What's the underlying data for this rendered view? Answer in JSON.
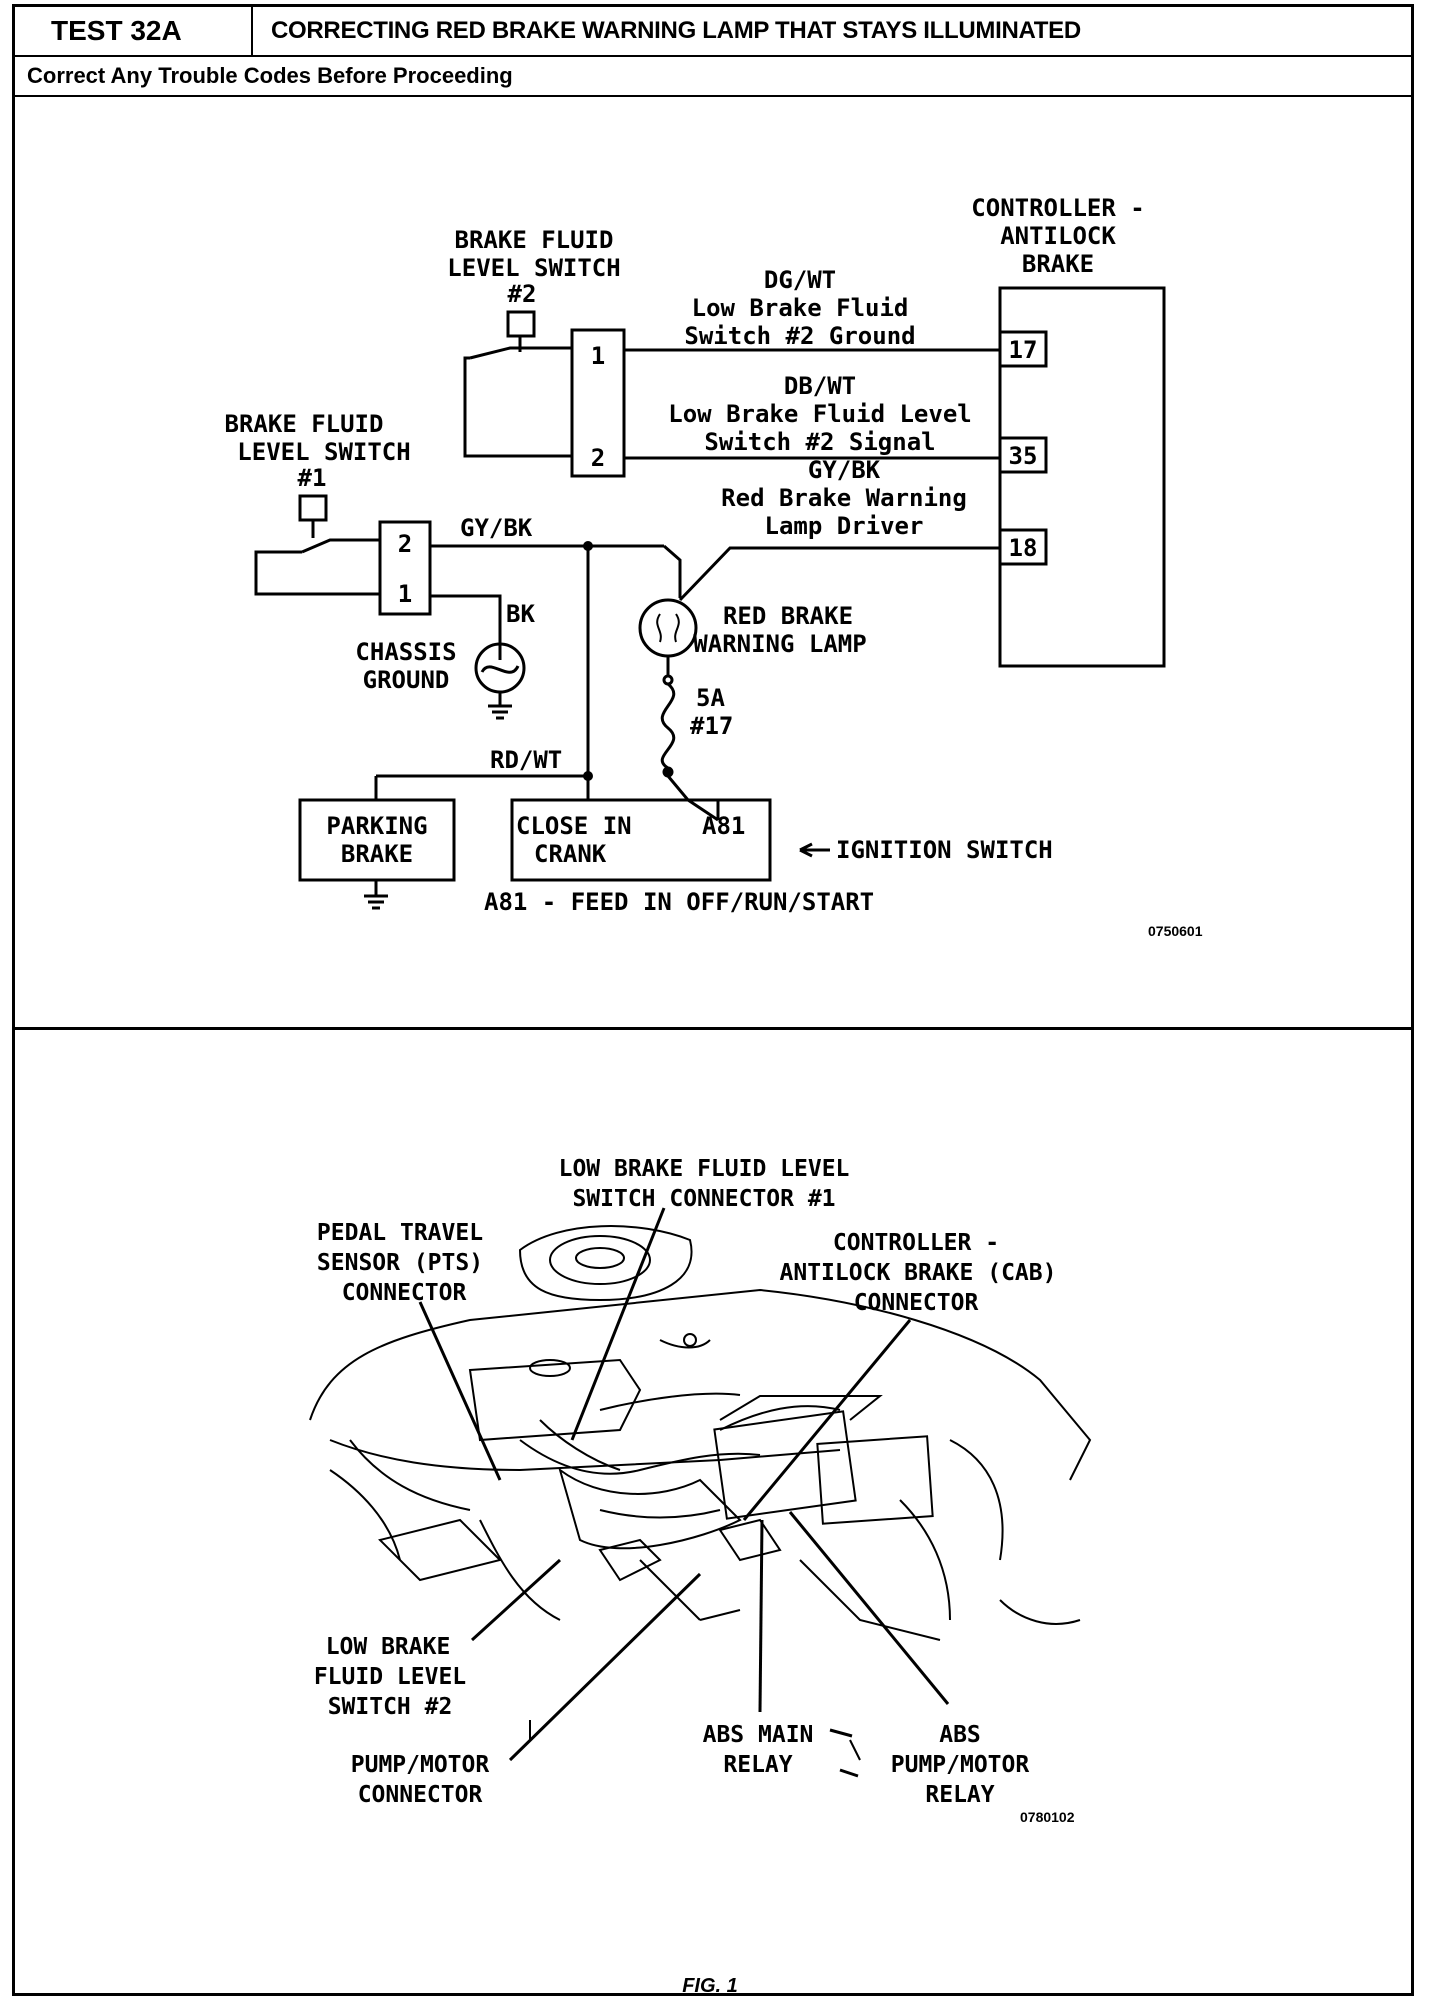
{
  "header": {
    "test_id": "TEST 32A",
    "title": "CORRECTING RED BRAKE WARNING LAMP THAT STAYS ILLUMINATED",
    "subtitle": "Correct Any Trouble Codes Before Proceeding"
  },
  "schematic": {
    "controller_label": [
      "CONTROLLER -",
      "ANTILOCK",
      "BRAKE"
    ],
    "switch2_label": [
      "BRAKE FLUID",
      "LEVEL SWITCH",
      "#2"
    ],
    "switch1_label": [
      "BRAKE FLUID",
      "LEVEL SWITCH",
      "#1"
    ],
    "wire_17": [
      "DG/WT",
      "Low Brake Fluid",
      "Switch #2 Ground"
    ],
    "wire_35": [
      "DB/WT",
      "Low Brake Fluid Level",
      "Switch #2 Signal"
    ],
    "wire_18": [
      "GY/BK",
      "Red Brake Warning",
      "Lamp Driver"
    ],
    "pin_17": "17",
    "pin_35": "35",
    "pin_18": "18",
    "sw2_pin1": "1",
    "sw2_pin2": "2",
    "sw1_pin2": "2",
    "sw1_pin1": "1",
    "gybk": "GY/BK",
    "bk": "BK",
    "chassis_ground": [
      "CHASSIS",
      "GROUND"
    ],
    "lamp_label": [
      "RED BRAKE",
      "WARNING LAMP"
    ],
    "fuse_label": [
      "5A",
      "#17"
    ],
    "rdwt": "RD/WT",
    "parking_brake": [
      "PARKING",
      "BRAKE"
    ],
    "ignition_box": [
      "CLOSE IN",
      "CRANK"
    ],
    "a81": "A81",
    "ignition_switch": "IGNITION SWITCH",
    "feed_note": "A81 - FEED IN OFF/RUN/START",
    "code": "0750601"
  },
  "photo": {
    "labels": {
      "low_switch1": [
        "LOW BRAKE FLUID LEVEL",
        "SWITCH CONNECTOR #1"
      ],
      "pts": [
        "PEDAL TRAVEL",
        "SENSOR (PTS)",
        "CONNECTOR"
      ],
      "cab": [
        "CONTROLLER -",
        "ANTILOCK BRAKE (CAB)",
        "CONNECTOR"
      ],
      "low_switch2": [
        "LOW BRAKE",
        "FLUID LEVEL",
        "SWITCH #2"
      ],
      "pump_conn": [
        "PUMP/MOTOR",
        "CONNECTOR"
      ],
      "abs_main": [
        "ABS MAIN",
        "RELAY"
      ],
      "abs_pump": [
        "ABS",
        "PUMP/MOTOR",
        "RELAY"
      ]
    },
    "code": "0780102",
    "caption": "FIG. 1"
  }
}
